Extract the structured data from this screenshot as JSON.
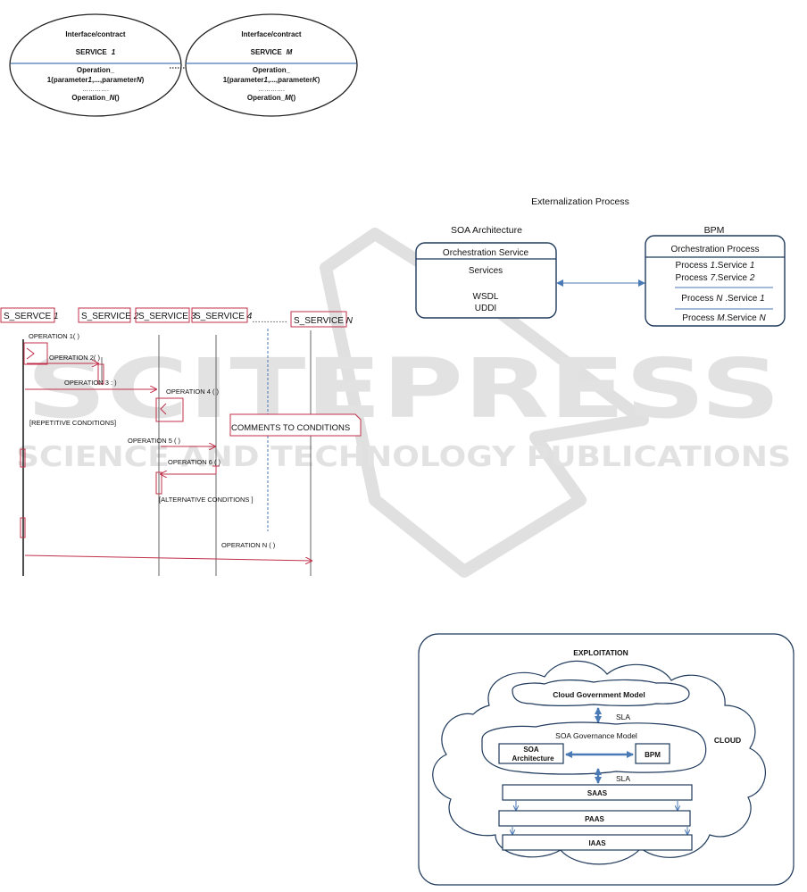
{
  "watermark": {
    "brand": "SCITEPRESS",
    "tagline": "SCIENCE AND TECHNOLOGY PUBLICATIONS"
  },
  "services_fig": {
    "left": {
      "iface": "Interface/contract",
      "service_prefix": "SERVICE",
      "service_idx": "1",
      "op_line1": "Operation_",
      "op_line2a": "1(parameter",
      "op_line2b": "1",
      "op_line2c": ",...,parameter",
      "op_line2d": "N",
      "op_line2e": ")",
      "dots": "………….",
      "op_last_a": "Operation_",
      "op_last_b": "N",
      "op_last_c": "()"
    },
    "right": {
      "iface": "Interface/contract",
      "service_prefix": "SERVICE",
      "service_idx": "M",
      "op_line1": "Operation_",
      "op_line2a": "1(parameter",
      "op_line2b": "1",
      "op_line2c": ",...,parameter",
      "op_line2d": "K",
      "op_line2e": ")",
      "dots": "………….",
      "op_last_a": "Operation_",
      "op_last_b": "M",
      "op_last_c": "()"
    }
  },
  "sequence_fig": {
    "lifelines": [
      {
        "prefix": "S_SERVCE ",
        "idx": "1"
      },
      {
        "prefix": "S_SERVICE ",
        "idx": "2"
      },
      {
        "prefix": "S_SERVICE ",
        "idx": "3"
      },
      {
        "prefix": "S_SERVICE ",
        "idx": "4"
      },
      {
        "prefix": "S_SERVICE ",
        "idx": "N"
      }
    ],
    "ellipsis": "…………",
    "messages": [
      "OPERATION 1( )",
      "OPERATION 2( )",
      "OPERATION 3 : )",
      "OPERATION 4 ( )",
      "OPERATION 5 ( )",
      "OPERATION 6 ( )",
      "OPERATION  N ( )"
    ],
    "repetitive": "[REPETITIVE CONDITIONS]",
    "comments": "COMMENTS TO CONDITIONS",
    "alternative": "[ALTERNATIVE CONDITIONS ]"
  },
  "externalization_fig": {
    "title": "Externalization Process",
    "soa_label": "SOA  Architecture",
    "bpm_label": "BPM",
    "soa_box": {
      "header": "Orchestration Service",
      "services": "Services",
      "wsdl": "WSDL",
      "uddi": "UDDI"
    },
    "bpm_box": {
      "header": "Orchestration Process",
      "rows": [
        {
          "a": "Process ",
          "b": "1",
          "c": ".Service ",
          "d": "1"
        },
        {
          "a": "Process ",
          "b": "7",
          "c": ".Service ",
          "d": "2"
        },
        {
          "a": "Process ",
          "b": "N",
          "c": " .Service ",
          "d": "1"
        },
        {
          "a": "Process ",
          "b": "M",
          "c": ".Service ",
          "d": "N"
        }
      ]
    }
  },
  "cloud_fig": {
    "exploitation": "EXPLOITATION",
    "cloud": "CLOUD",
    "gov_model": "Cloud Government Model",
    "sla_top": "SLA",
    "soa_gov": "SOA Governance Model",
    "soa_arch_1": "SOA",
    "soa_arch_2": "Architecture",
    "bpm": "BPM",
    "sla_bottom": "SLA",
    "saas": "SAAS",
    "paas": "PAAS",
    "iaas": "IAAS"
  },
  "colors": {
    "seq_red": "#c0304a",
    "ellipse_blue": "#4a7ab5",
    "dark": "#1f3a5c",
    "watermark": "#cccccc"
  }
}
